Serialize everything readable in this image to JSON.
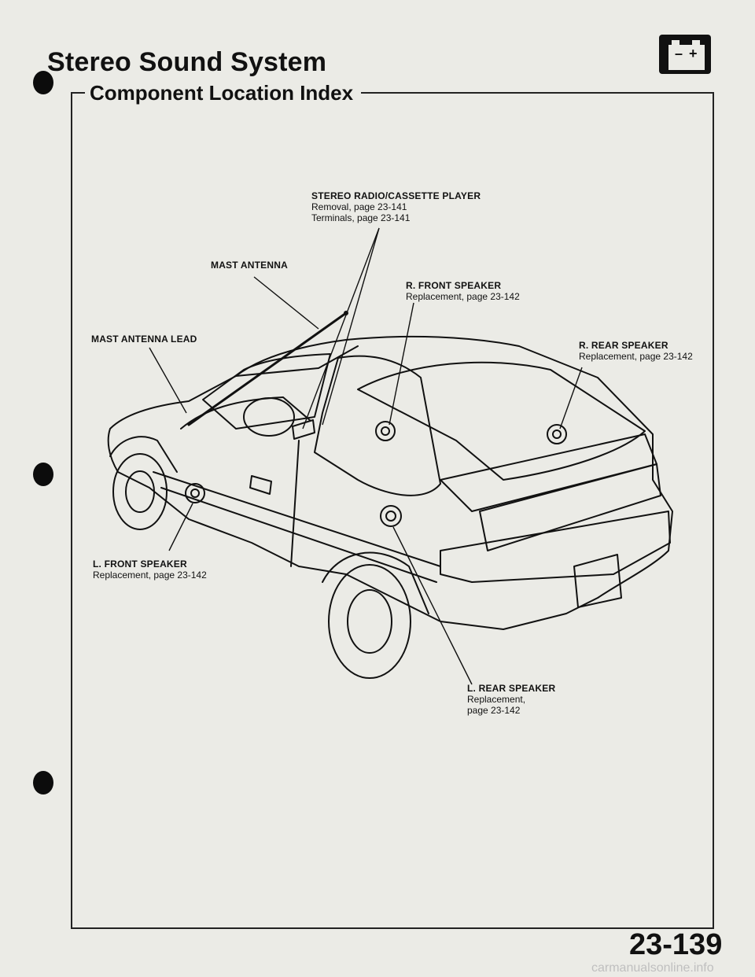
{
  "header": {
    "title": "Stereo Sound System",
    "section": "Component Location Index",
    "icon": "battery-icon"
  },
  "labels": {
    "radio": {
      "name": "STEREO RADIO/CASSETTE PLAYER",
      "line1": "Removal, page 23-141",
      "line2": "Terminals, page 23-141"
    },
    "mast_antenna": {
      "name": "MAST ANTENNA"
    },
    "mast_antenna_lead": {
      "name": "MAST ANTENNA LEAD"
    },
    "r_front_speaker": {
      "name": "R. FRONT SPEAKER",
      "line1": "Replacement, page 23-142"
    },
    "r_rear_speaker": {
      "name": "R. REAR SPEAKER",
      "line1": "Replacement, page 23-142"
    },
    "l_front_speaker": {
      "name": "L. FRONT SPEAKER",
      "line1": "Replacement, page 23-142"
    },
    "l_rear_speaker": {
      "name": "L. REAR SPEAKER",
      "line1": "Replacement,",
      "line2": "page 23-142"
    }
  },
  "footer": {
    "page_number": "23-139",
    "watermark": "carmanualsonline.info"
  }
}
